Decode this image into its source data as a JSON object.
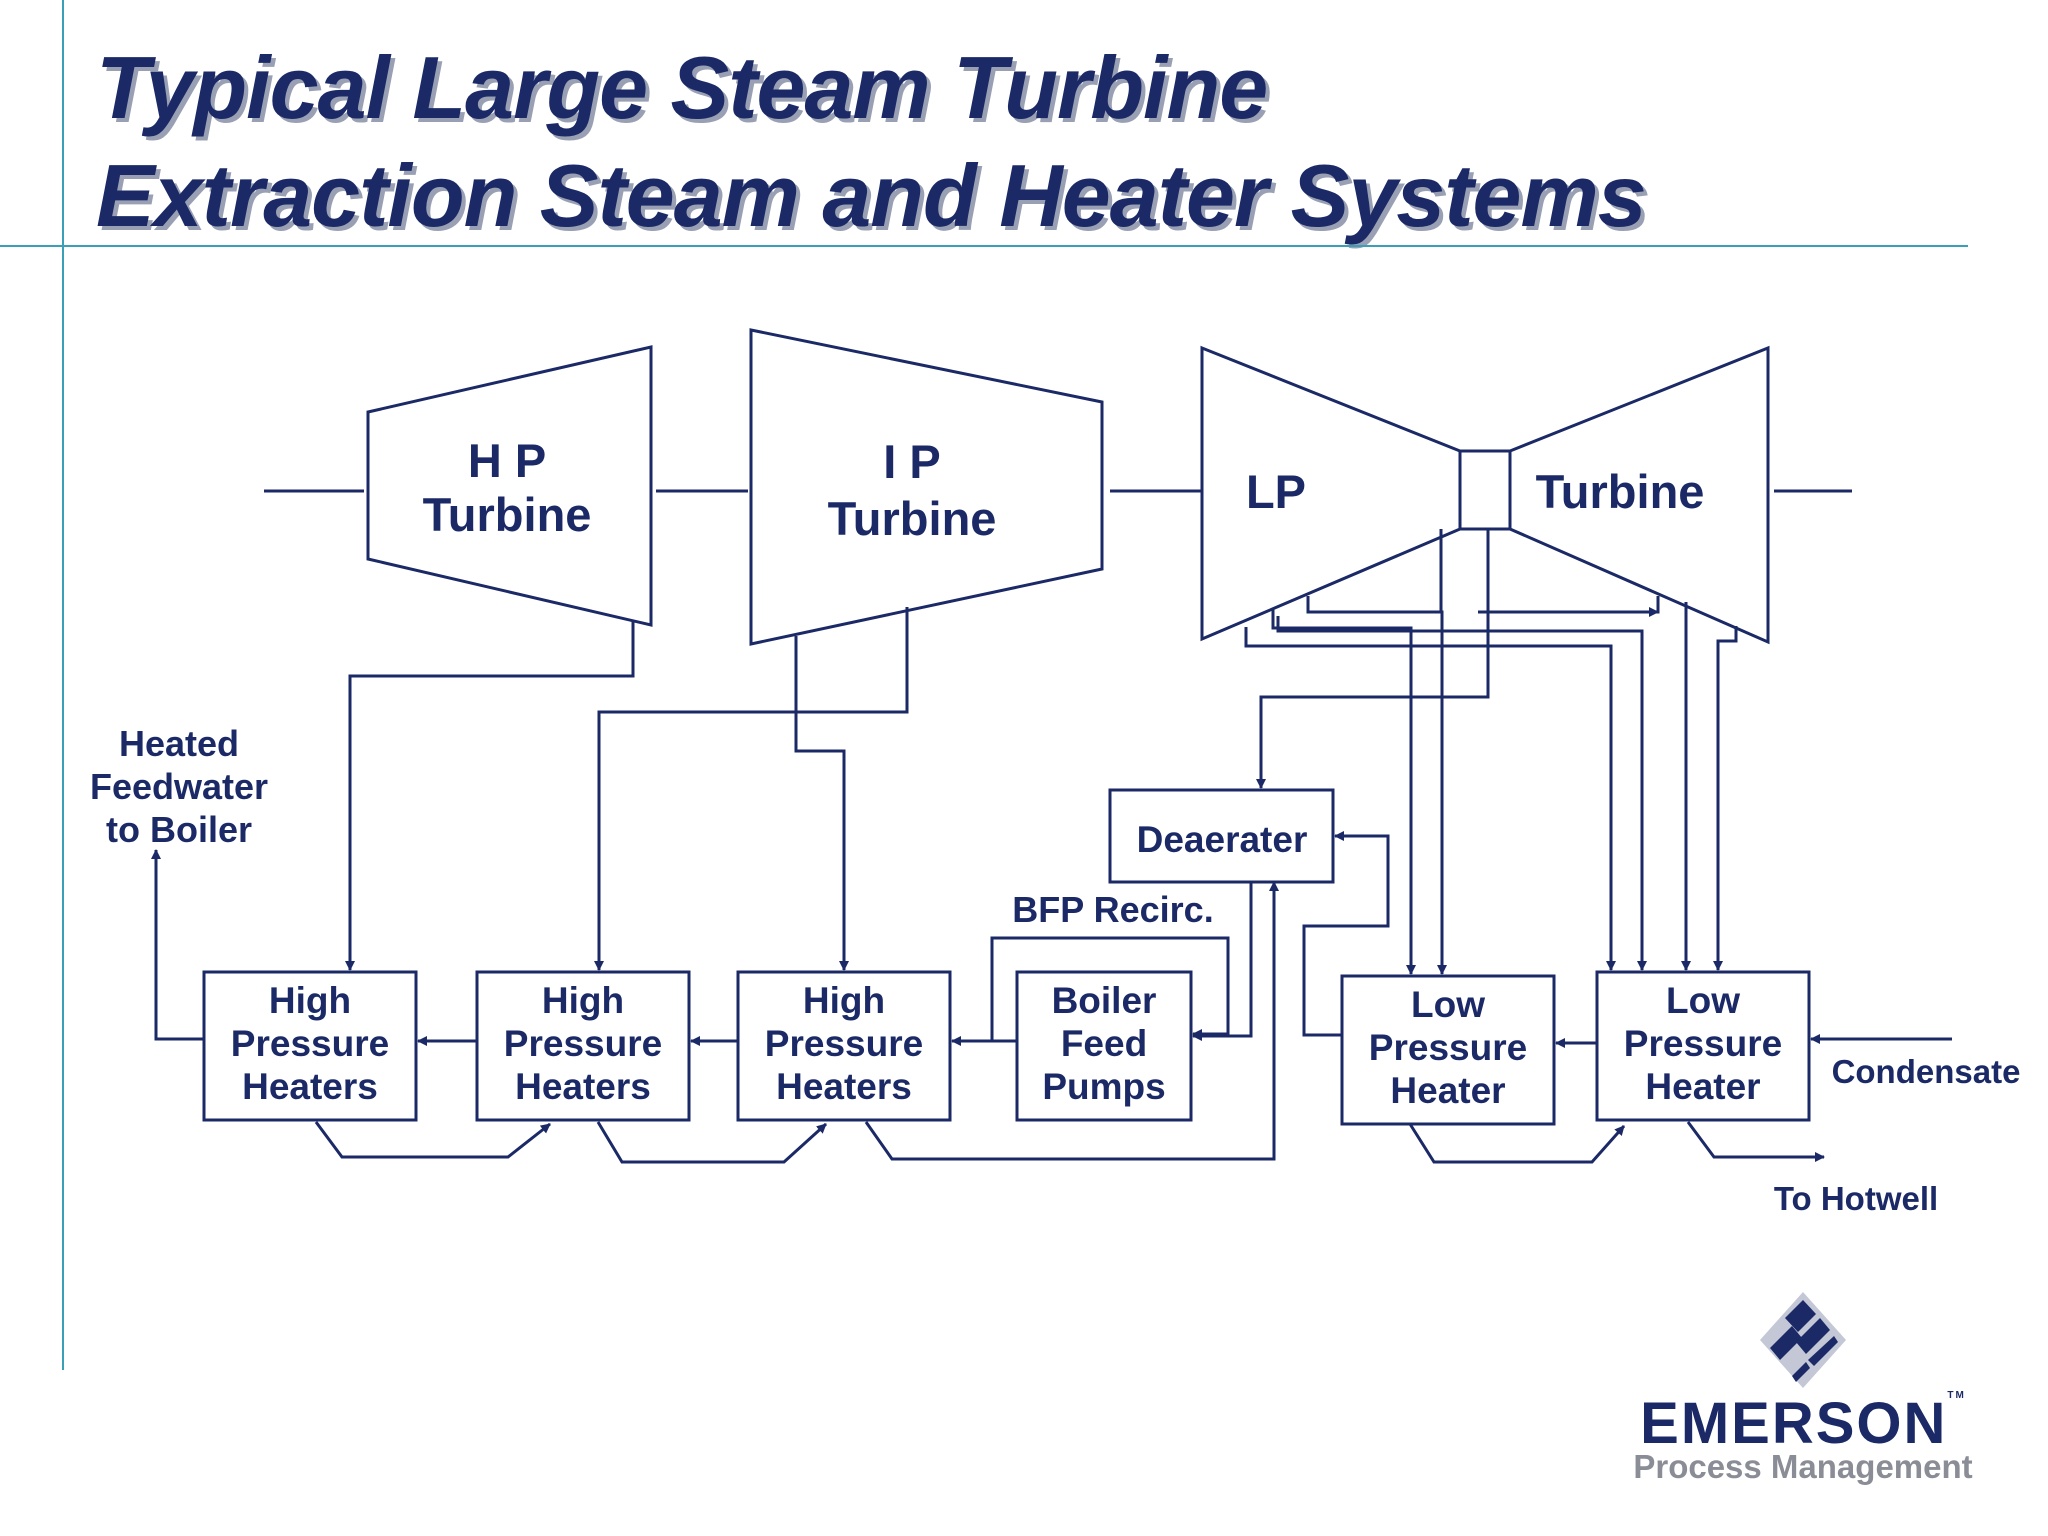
{
  "title": {
    "line1": "Typical Large Steam Turbine",
    "line2": "Extraction Steam and Heater Systems"
  },
  "turbines": {
    "hp": {
      "line1": "H P",
      "line2": "Turbine"
    },
    "ip": {
      "line1": "I P",
      "line2": "Turbine"
    },
    "lp": {
      "left": "LP",
      "right": "Turbine"
    }
  },
  "heaters": {
    "hph1": {
      "line1": "High",
      "line2": "Pressure",
      "line3": "Heaters"
    },
    "hph2": {
      "line1": "High",
      "line2": "Pressure",
      "line3": "Heaters"
    },
    "hph3": {
      "line1": "High",
      "line2": "Pressure",
      "line3": "Heaters"
    },
    "lph1": {
      "line1": "Low",
      "line2": "Pressure",
      "line3": "Heater"
    },
    "lph2": {
      "line1": "Low",
      "line2": "Pressure",
      "line3": "Heater"
    }
  },
  "deaerater": "Deaerater",
  "bfp": {
    "line1": "Boiler",
    "line2": "Feed",
    "line3": "Pumps"
  },
  "labels": {
    "heated_feedwater": {
      "line1": "Heated",
      "line2": "Feedwater",
      "line3": "to Boiler"
    },
    "bfp_recirc": "BFP Recirc.",
    "condensate": "Condensate",
    "to_hotwell": "To Hotwell"
  },
  "logo": {
    "name": "EMERSON",
    "tm": "TM",
    "subtitle": "Process Management",
    "icon": "emerson-diamond-icon"
  },
  "colors": {
    "ink": "#1b2a66",
    "accent_rule": "#3aa0b8",
    "logo_gray": "#8a8c96"
  }
}
